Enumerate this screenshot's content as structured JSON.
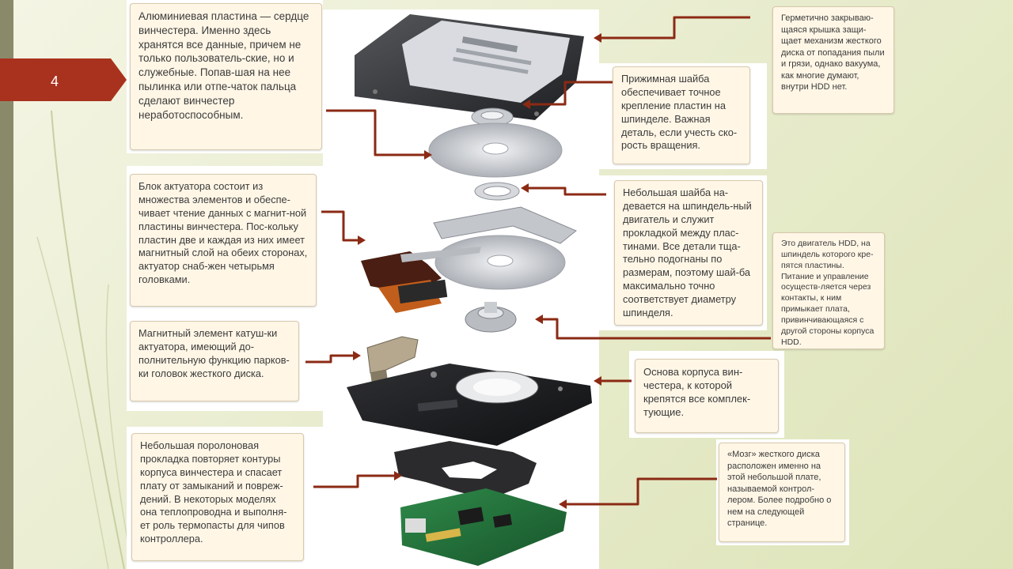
{
  "page": {
    "number": "4"
  },
  "callouts": {
    "platter": "Алюминиевая пластина — сердце винчестера. Именно здесь хранятся все данные, причем не только пользователь-ские, но и служебные. Попав-шая на нее пылинка или отпе-чаток пальца сделают винчестер неработоспособным.",
    "clamp": "Прижимная шайба обеспечивает точное крепление пластин на шпинделе. Важная деталь, если учесть ско-рость вращения.",
    "cover": "Герметично закрываю-щаяся крышка защи-щает механизм жесткого диска от попадания пыли и грязи, однако вакуума, как многие думают, внутри HDD нет.",
    "actuator": "Блок актуатора состоит из множества элементов и обеспе-чивает чтение данных с магнит-ной пластины винчестера. Пос-кольку пластин две и каждая из них имеет магнитный слой на обеих сторонах, актуатор снаб-жен четырьмя головками.",
    "spacer": "Небольшая шайба на-девается на шпиндель-ный двигатель и служит прокладкой между плас-тинами. Все детали тща-тельно подогнаны по размерам, поэтому шай-ба максимально точно соответствует диаметру шпинделя.",
    "motor": "Это двигатель HDD, на шпиндель которого кре-пятся пластины. Питание и управление осуществ-ляется  через контакты, к ним примыкает плата, привинчивающаяся с другой стороны корпуса HDD.",
    "magnet": "Магнитный элемент катуш-ки актуатора, имеющий до-полнительную функцию парков-ки головок жесткого диска.",
    "base": "Основа корпуса вин-честера, к которой крепятся все комплек-тующие.",
    "foam": "Небольшая поролоновая прокладка повторяет контуры корпуса винчестера и спасает плату от замыканий и повреж-дений. В некоторых моделях она теплопроводна и выполня-ет роль термопасты для чипов контроллера.",
    "controller": "«Мозг» жесткого диска расположен именно на этой небольшой плате, называемой контрол-лером. Более подробно о нем на следующей странице."
  },
  "colors": {
    "accent": "#a8321d",
    "arrow": "#8b2a14",
    "strip": "#8a8a6b"
  },
  "icons": {
    "page_tab": "pentagon-arrow-tab"
  }
}
